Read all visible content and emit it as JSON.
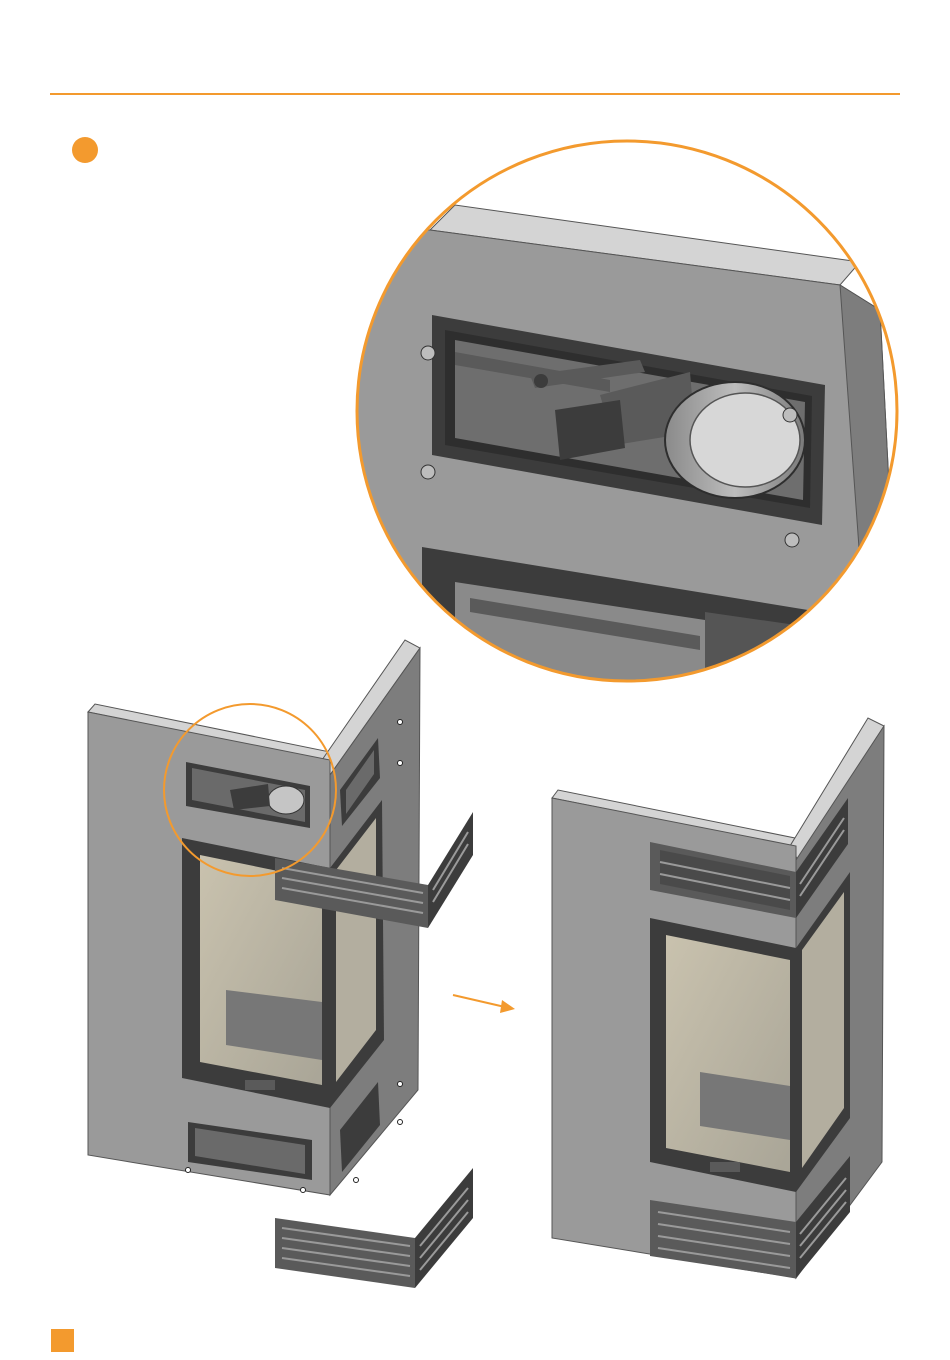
{
  "colors": {
    "accent": "#f39a2e",
    "wall": "#9a9a9a",
    "wall_dark": "#7d7d7d",
    "wall_top": "#d4d4d4",
    "metal": "#5a5a5a",
    "metal_dark": "#3c3c3c",
    "glass": "#b9b4a5"
  },
  "icons": {
    "step_marker": "orange-dot",
    "page_marker": "orange-square",
    "arrow": "arrow-right"
  }
}
